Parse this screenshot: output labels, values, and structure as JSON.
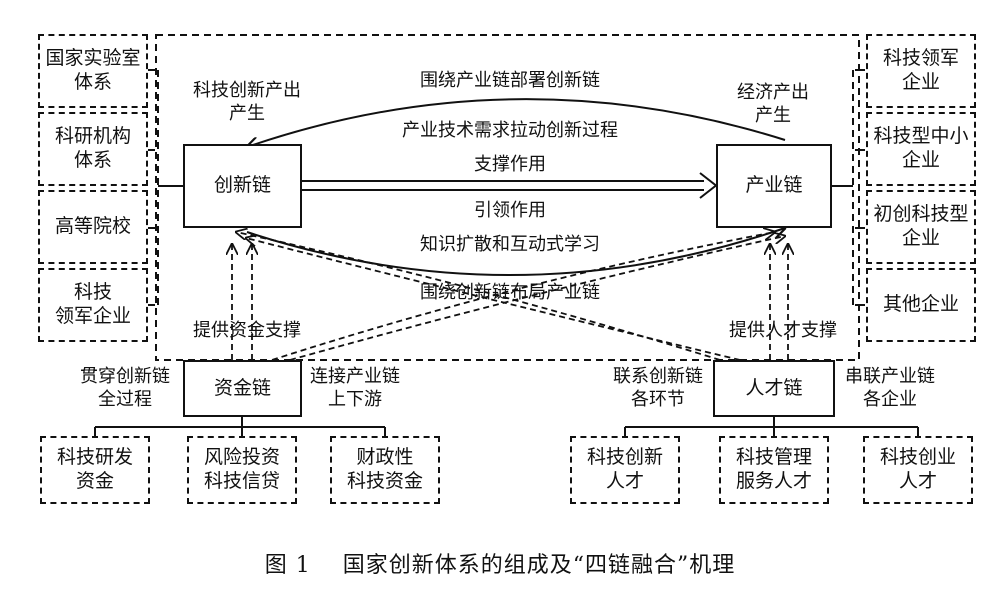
{
  "core": {
    "innovation_chain": "创新链",
    "industry_chain": "产业链",
    "capital_chain": "资金链",
    "talent_chain": "人才链"
  },
  "left_group": [
    "国家实验室\n体系",
    "科研机构\n体系",
    "高等院校",
    "科技\n领军企业"
  ],
  "right_group": [
    "科技领军\n企业",
    "科技型中小\n企业",
    "初创科技型\n企业",
    "其他企业"
  ],
  "capital_group": [
    "科技研发\n资金",
    "风险投资\n科技信贷",
    "财政性\n科技资金"
  ],
  "talent_group": [
    "科技创新\n人才",
    "科技管理\n服务人才",
    "科技创业\n人才"
  ],
  "labels": {
    "tech_innovation_output": "科技创新产出\n产生",
    "economic_output": "经济产出\n产生",
    "arc_top": "围绕产业链部署创新链",
    "arc_top_inner": "产业技术需求拉动创新过程",
    "support": "支撑作用",
    "lead": "引领作用",
    "knowledge": "知识扩散和互动式学习",
    "arc_bottom": "围绕创新链布局产业链",
    "fund_support": "提供资金支撑",
    "talent_support": "提供人才支撑",
    "capital_left": "贯穿创新链\n全过程",
    "capital_right": "连接产业链\n上下游",
    "talent_left": "联系创新链\n各环节",
    "talent_right": "串联产业链\n各企业"
  },
  "caption": "图 1    国家创新体系的组成及“四链融合”机理"
}
